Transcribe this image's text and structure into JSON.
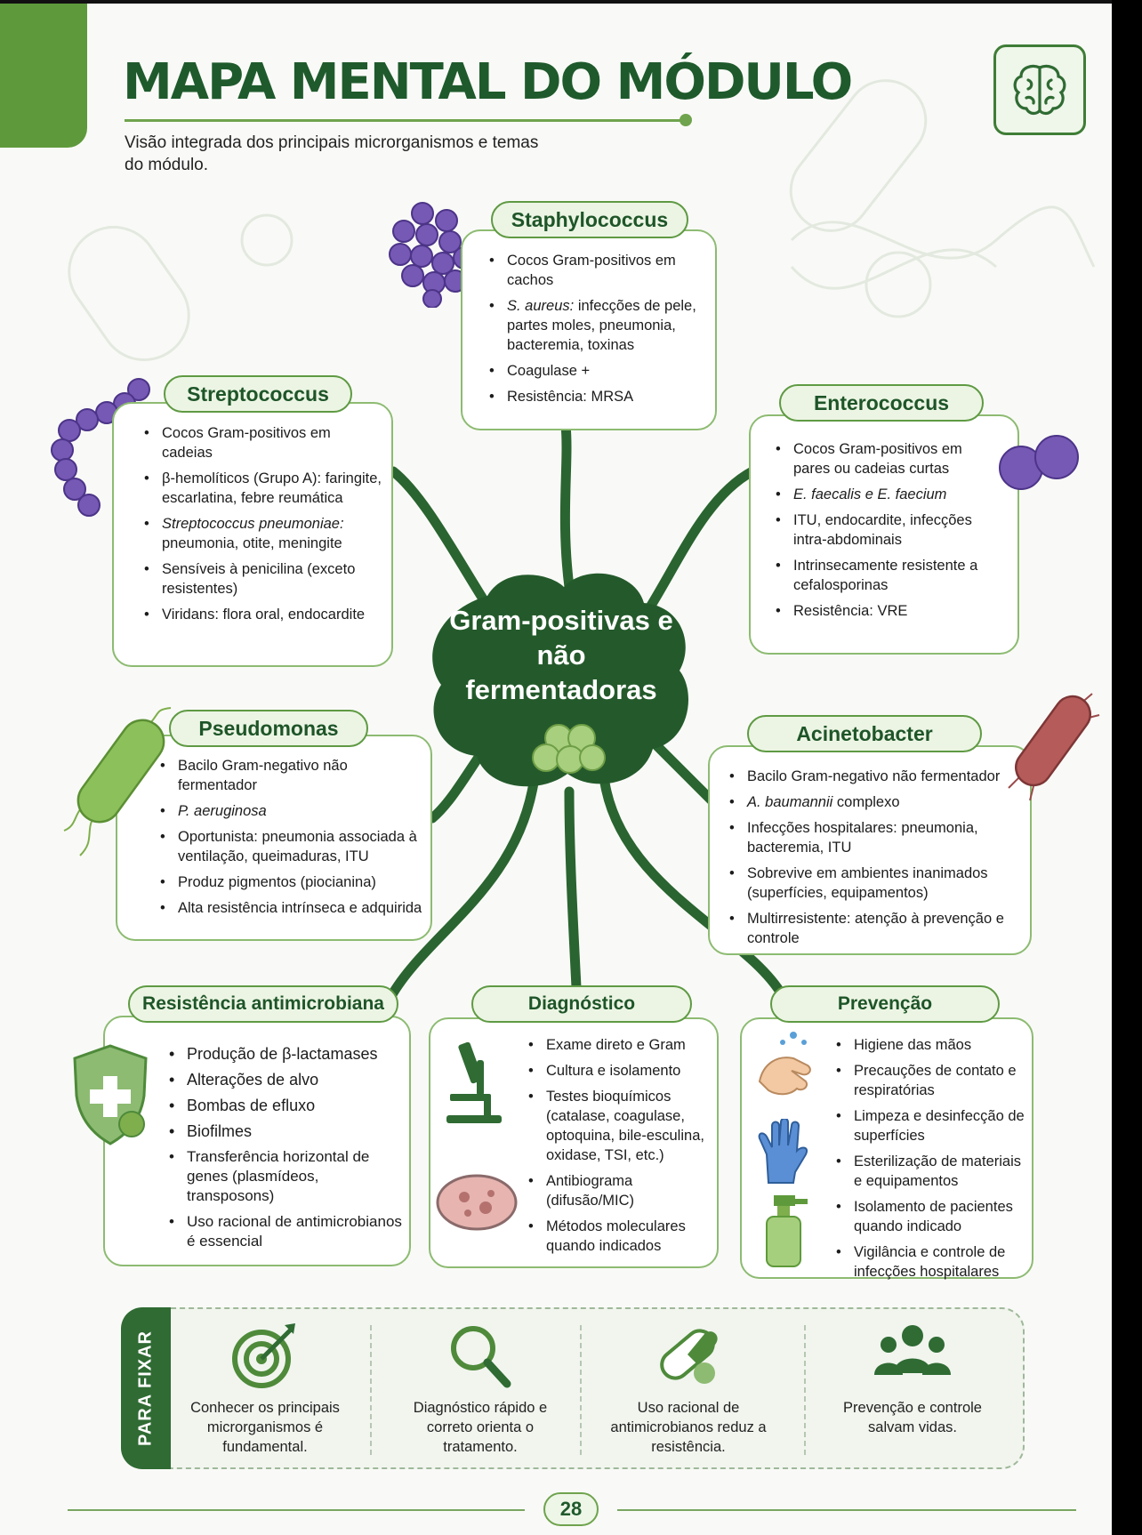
{
  "header": {
    "title": "MAPA MENTAL DO MÓDULO",
    "subtitle": "Visão integrada dos principais microrganismos e temas do módulo.",
    "icon": "brain-icon"
  },
  "colors": {
    "primary": "#1f5a2c",
    "accent": "#6fa34d",
    "hub": "#245a2b",
    "node_border": "#8dbb72",
    "bacteria_purple": "#6a4fa8"
  },
  "hub": {
    "label": "Gram-positivas e não fermentadoras"
  },
  "nodes": {
    "staphylococcus": {
      "title": "Staphylococcus",
      "items": [
        "Cocos Gram-positivos em cachos",
        "infecções de pele, partes moles, pneumonia, bacteremia, toxinas",
        "Coagulase +",
        "Resistência: MRSA"
      ],
      "species": "S. aureus:"
    },
    "streptococcus": {
      "title": "Streptococcus",
      "items": [
        "Cocos Gram-positivos em cadeias",
        "β-hemolíticos (Grupo A): faringite, escarlatina, febre reumática",
        "pneumonia, otite, meningite",
        "Sensíveis à penicilina (exceto resistentes)",
        "Viridans: flora oral, endocardite"
      ],
      "species": "Streptococcus pneumoniae:"
    },
    "enterococcus": {
      "title": "Enterococcus",
      "items": [
        "Cocos Gram-positivos em pares ou cadeias curtas",
        "E. faecalis e E. faecium",
        "ITU, endocardite, infecções intra-abdominais",
        "Intrinsecamente resistente a cefalosporinas",
        "Resistência: VRE"
      ]
    },
    "pseudomonas": {
      "title": "Pseudomonas",
      "items": [
        "Bacilo Gram-negativo não fermentador",
        "P. aeruginosa",
        "Oportunista: pneumonia associada à ventilação, queimaduras, ITU",
        "Produz pigmentos (piocianina)",
        "Alta resistência intrínseca e adquirida"
      ]
    },
    "acinetobacter": {
      "title": "Acinetobacter",
      "items": [
        "Bacilo Gram-negativo não fermentador",
        "complexo",
        "Infecções hospitalares: pneumonia, bacteremia, ITU",
        "Sobrevive em ambientes inanimados (superfícies, equipamentos)",
        "Multirresistente: atenção à prevenção e controle"
      ],
      "species": "A. baumannii"
    },
    "resistencia": {
      "title": "Resistência antimicrobiana",
      "items": [
        "Produção de β-lactamases",
        "Alterações de alvo",
        "Bombas de efluxo",
        "Biofilmes",
        "Transferência horizontal de genes (plasmídeos, transposons)",
        "Uso racional de antimicrobianos é essencial"
      ]
    },
    "diagnostico": {
      "title": "Diagnóstico",
      "items": [
        "Exame direto e Gram",
        "Cultura e isolamento",
        "Testes bioquímicos (catalase, coagulase, optoquina, bile-esculina, oxidase, TSI, etc.)",
        "Antibiograma (difusão/MIC)",
        "Métodos moleculares quando indicados"
      ]
    },
    "prevencao": {
      "title": "Prevenção",
      "items": [
        "Higiene das mãos",
        "Precauções de contato e respiratórias",
        "Limpeza e desinfecção de superfícies",
        "Esterilização de materiais e equipamentos",
        "Isolamento de pacientes quando indicado",
        "Vigilância e controle de infecções hospitalares"
      ]
    }
  },
  "para_fixar": {
    "label": "PARA FIXAR",
    "items": [
      {
        "icon": "target-icon",
        "text": "Conhecer os principais microrganismos é fundamental."
      },
      {
        "icon": "magnifier-icon",
        "text": "Diagnóstico rápido e correto orienta o tratamento."
      },
      {
        "icon": "capsule-icon",
        "text": "Uso racional de antimicrobianos reduz a resistência."
      },
      {
        "icon": "people-icon",
        "text": "Prevenção e controle salvam vidas."
      }
    ]
  },
  "footer": {
    "page_number": "28"
  }
}
